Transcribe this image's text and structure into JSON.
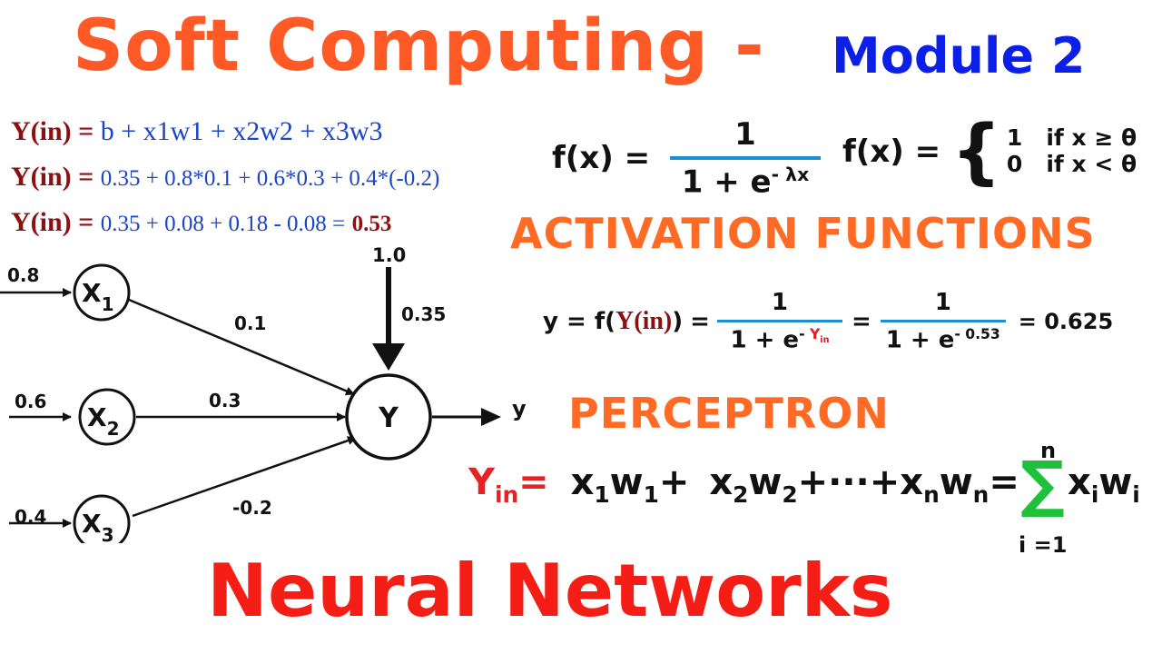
{
  "title": {
    "main": "Soft Computing -",
    "module": "Module 2"
  },
  "bottom_title": "Neural Networks",
  "equations": {
    "line1": {
      "lhs": "Y(in) =",
      "rhs": "b + x1w1 + x2w2 + x3w3"
    },
    "line2": {
      "lhs": "Y(in) =",
      "rhs": "0.35 + 0.8*0.1 + 0.6*0.3 + 0.4*(-0.2)"
    },
    "line3": {
      "lhs": "Y(in) =",
      "rhs": "0.35 + 0.08 + 0.18 - 0.08 =",
      "result": "0.53"
    }
  },
  "sigmoid": {
    "lhs": "f(x)  =",
    "numerator": "1",
    "denominator_base": "1 + e",
    "denominator_exp": "- λx"
  },
  "step": {
    "lhs": "f(x)  =",
    "brace": "{",
    "case1_value": "1",
    "case1_cond": "if  x ≥ θ",
    "case2_value": "0",
    "case2_cond": "if  x < θ"
  },
  "activation_heading": "ACTIVATION FUNCTIONS",
  "output_calc": {
    "lhs_prefix": "y = f(",
    "lhs_yin": "Y(in)",
    "lhs_suffix": ")",
    "eq1": "=",
    "frac1_num": "1",
    "frac1_den_base": "1 + e",
    "frac1_den_exp_sign": "- ",
    "frac1_den_exp_var": "Y",
    "frac1_den_exp_sub": "in",
    "eq2": "=",
    "frac2_num": "1",
    "frac2_den_base": "1 + e",
    "frac2_den_exp": "- 0.53",
    "result": "= 0.625"
  },
  "perceptron_heading": "PERCEPTRON",
  "perceptron_formula": {
    "lhs_var": "Y",
    "lhs_sub": "in",
    "lhs_eq": "=",
    "term1_x": "x",
    "term1_xsub": "1",
    "term1_w": "w",
    "term1_wsub": "1",
    "plus1": "+",
    "term2_x": "x",
    "term2_xsub": "2",
    "term2_w": "w",
    "term2_wsub": "2",
    "dots": "+···+",
    "termn_x": "x",
    "termn_xsub": "n",
    "termn_w": "w",
    "termn_wsub": "n",
    "eq": "=",
    "sigma": "∑",
    "sigma_upper": "n",
    "sigma_lower": "i =1",
    "sum_x": "x",
    "sum_xsub": "i",
    "sum_w": "w",
    "sum_wsub": "i"
  },
  "network": {
    "inputs": [
      {
        "value": "0.8",
        "node": "X",
        "sub": "1",
        "weight": "0.1"
      },
      {
        "value": "0.6",
        "node": "X",
        "sub": "2",
        "weight": "0.3"
      },
      {
        "value": "0.4",
        "node": "X",
        "sub": "3",
        "weight": "-0.2"
      }
    ],
    "bias_input": "1.0",
    "bias_weight": "0.35",
    "output_node": "Y",
    "output_label": "y"
  }
}
